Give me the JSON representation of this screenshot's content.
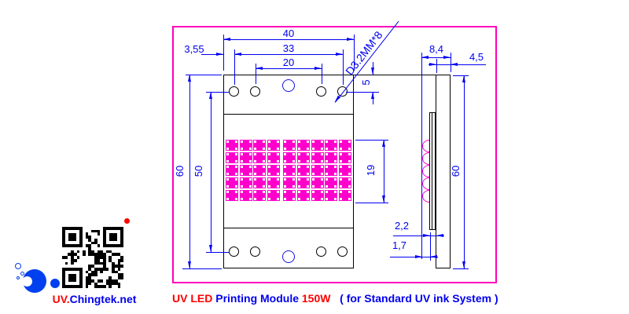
{
  "front_view": {
    "dims": {
      "width": "40",
      "outer_hole_span": "33",
      "inner_hole_span": "20",
      "edge_to_hole": "3,55",
      "hole_note": "D3.2MM*8",
      "hole_top_offset": "5",
      "height": "60",
      "vertical_hole_span": "50",
      "led_array_height": "19"
    },
    "led_grid": {
      "rows": 5,
      "cols": 9,
      "mid_gap_after_col": 4
    }
  },
  "side_view": {
    "dims": {
      "total_thickness": "8,4",
      "plate_thickness": "4,5",
      "height": "60",
      "board_step": "2,2",
      "board_thickness": "1,7"
    },
    "lens_count": 5
  },
  "colors": {
    "dimension_blue": "#0000f2",
    "led_magenta": "#ff00cc",
    "frame_pink": "#ff00bb",
    "caption_red": "#ff0000",
    "caption_blue": "#0000ee"
  },
  "caption": {
    "part1": "UV LED",
    "part2": " Printing Module ",
    "part3": "150W",
    "part4": "   ( for Standard UV ink System )"
  },
  "logo": {
    "prefix": "UV.",
    "rest": "Chingtek.net"
  }
}
